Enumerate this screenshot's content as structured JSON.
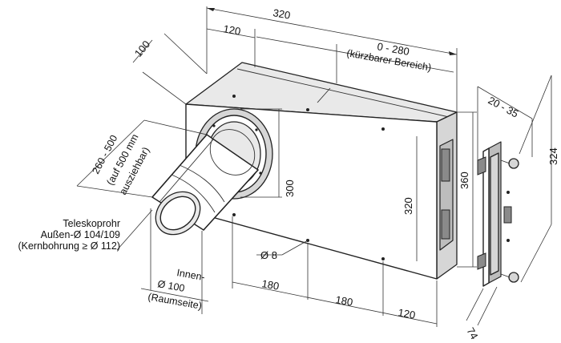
{
  "dimensions": {
    "depth_total": "320",
    "depth_fixed": "120",
    "depth_shortenable": "0 - 280",
    "depth_shortenable_note": "(kürzbarer Bereich)",
    "flange_offset": "100",
    "telescope_length_1": "260 - 500",
    "telescope_length_2": "(auf 500 mm",
    "telescope_length_3": "ausziehbar)",
    "opening_height": "300",
    "rear_height": "320",
    "outer_height": "360",
    "plate_depth": "20 - 35",
    "plate_height": "324",
    "plate_thickness": "74",
    "hole_diameter": "Ø 8",
    "hole_spacing_1": "180",
    "hole_spacing_2": "180",
    "edge_offset": "120"
  },
  "notes": {
    "tube_line1": "Teleskoprohr",
    "tube_line2": "Außen-Ø 104/109",
    "tube_line3": "(Kernbohrung ≥ Ø 112)",
    "inner_line1": "Innen-",
    "inner_line2": "Ø 100",
    "inner_line3": "(Raumseite)"
  }
}
